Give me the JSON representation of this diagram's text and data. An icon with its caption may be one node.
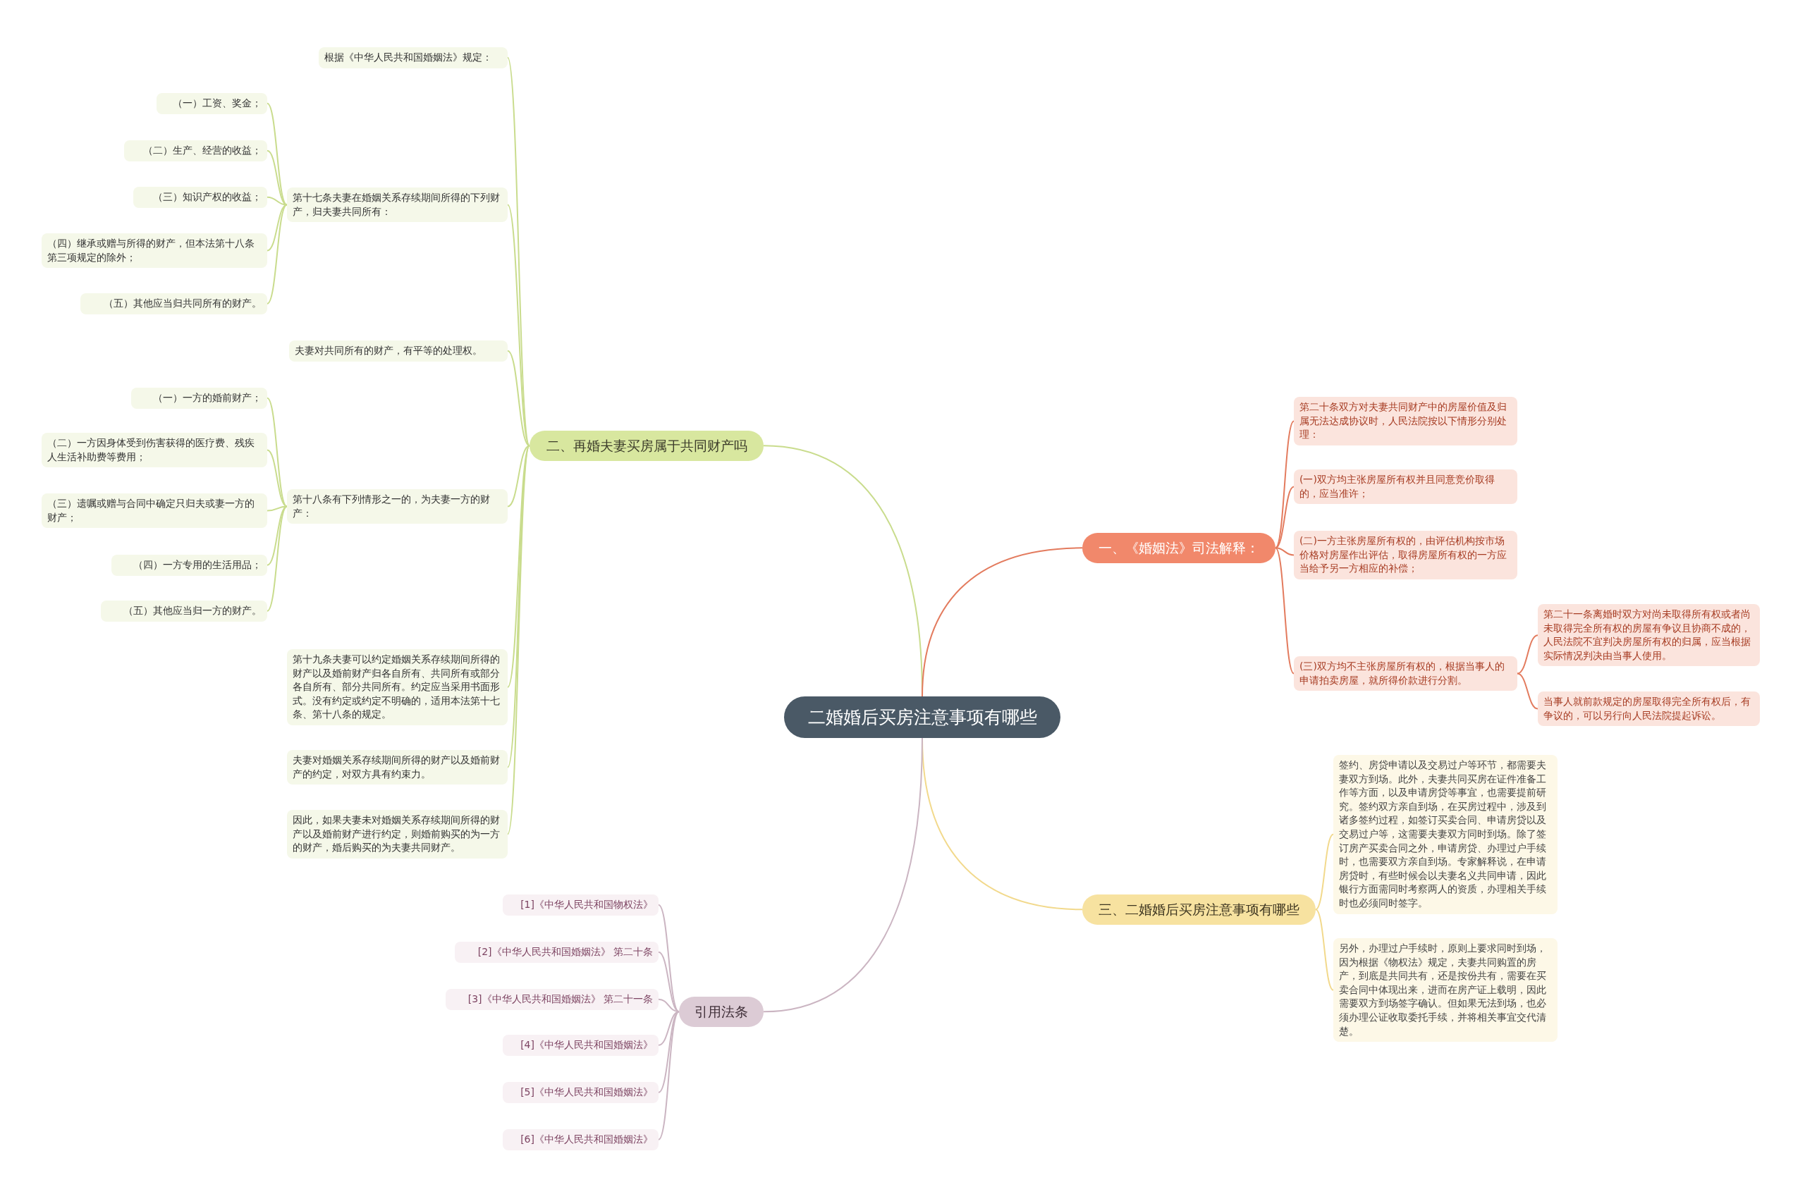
{
  "diagram": {
    "nodes": [
      {
        "text": [
          "二婚婚后买房注意事项有哪些"
        ]
      },
      {
        "text": [
          "二、再婚夫妻买房属于共同财产吗"
        ]
      },
      {
        "text": [
          "根据《中华人民共和国婚姻法》规定："
        ]
      },
      {
        "text": [
          "第十七条夫妻在婚姻关系存续期间所得的下列财产，归夫妻共同所有："
        ]
      },
      {
        "text": [
          "（一）工资、奖金；"
        ]
      },
      {
        "text": [
          "（二）生产、经营的收益；"
        ]
      },
      {
        "text": [
          "（三）知识产权的收益；"
        ]
      },
      {
        "text": [
          "（四）继承或赠与所得的财产，但本法第十八条第三项规定的除外；"
        ]
      },
      {
        "text": [
          "（五）其他应当归共同所有的财产。"
        ]
      },
      {
        "text": [
          "夫妻对共同所有的财产，有平等的处理权。"
        ]
      },
      {
        "text": [
          "第十八条有下列情形之一的，为夫妻一方的财产："
        ]
      },
      {
        "text": [
          "（一）一方的婚前财产；"
        ]
      },
      {
        "text": [
          "（二）一方因身体受到伤害获得的医疗费、残疾人生活补助费等费用；"
        ]
      },
      {
        "text": [
          "（三）遗嘱或赠与合同中确定只归夫或妻一方的财产；"
        ]
      },
      {
        "text": [
          "（四）一方专用的生活用品；"
        ]
      },
      {
        "text": [
          "（五）其他应当归一方的财产。"
        ]
      },
      {
        "text": [
          "第十九条夫妻可以约定婚姻关系存续期间所得的财产以及婚前财产归各自所有、共同所有或部分各自所有、部分共同所有。约定应当采用书面形式。没有约定或约定不明确的，适用本法第十七条、第十八条的规定。"
        ]
      },
      {
        "text": [
          "夫妻对婚姻关系存续期间所得的财产以及婚前财产的约定，对双方具有约束力。"
        ]
      },
      {
        "text": [
          "因此，如果夫妻未对婚姻关系存续期间所得的财产以及婚前财产进行约定，则婚前购买的为一方的财产，婚后购买的为夫妻共同财产。"
        ]
      },
      {
        "text": [
          "一、《婚姻法》司法解释："
        ]
      },
      {
        "text": [
          "第二十条双方对夫妻共同财产中的房屋价值及归属无法达成协议时，人民法院按以下情形分别处理："
        ]
      },
      {
        "text": [
          "(一)双方均主张房屋所有权并且同意竞价取得的，应当准许；"
        ]
      },
      {
        "text": [
          "(二)一方主张房屋所有权的，由评估机构按市场价格对房屋作出评估，取得房屋所有权的一方应当给予另一方相应的补偿；"
        ]
      },
      {
        "text": [
          "(三)双方均不主张房屋所有权的，根据当事人的申请拍卖房屋，就所得价款进行分割。"
        ]
      },
      {
        "text": [
          "第二十一条离婚时双方对尚未取得所有权或者尚未取得完全所有权的房屋有争议且协商不成的，人民法院不宜判决房屋所有权的归属，应当根据实际情况判决由当事人使用。"
        ]
      },
      {
        "text": [
          "当事人就前款规定的房屋取得完全所有权后，有争议的，可以另行向人民法院提起诉讼。"
        ]
      },
      {
        "text": [
          "三、二婚婚后买房注意事项有哪些"
        ]
      },
      {
        "text": [
          "签约、房贷申请以及交易过户等环节，都需要夫妻双方到场。此外，夫妻共同买房在证件准备工作等方面，以及申请房贷等事宜，也需要提前研究。签约双方亲自到场，在买房过程中，涉及到诸多签约过程，如签订买卖合同、申请房贷以及交易过户等，这需要夫妻双方同时到场。除了签订房产买卖合同之外，申请房贷、办理过户手续时，也需要双方亲自到场。专家解释说，在申请房贷时，有些时候会以夫妻名义共同申请，因此银行方面需同时考察两人的资质，办理相关手续时也必须同时签字。"
        ]
      },
      {
        "text": [
          "另外，办理过户手续时，原则上要求同时到场，因为根据《物权法》规定，夫妻共同购置的房产，到底是共同共有，还是按份共有，需要在买卖合同中体现出来，进而在房产证上载明，因此需要双方到场签字确认。但如果无法到场，也必须办理公证收取委托手续，并将相关事宜交代清楚。"
        ]
      },
      {
        "text": [
          "引用法条"
        ]
      },
      {
        "text": [
          "[1]《中华人民共和国物权法》"
        ]
      },
      {
        "text": [
          "[2]《中华人民共和国婚姻法》 第二十条"
        ]
      },
      {
        "text": [
          "[3]《中华人民共和国婚姻法》 第二十一条"
        ]
      },
      {
        "text": [
          "[4]《中华人民共和国婚姻法》"
        ]
      },
      {
        "text": [
          "[5]《中华人民共和国婚姻法》"
        ]
      },
      {
        "text": [
          "[6]《中华人民共和国婚姻法》"
        ]
      }
    ],
    "edges": [
      {
        "from": 0,
        "to": 1,
        "arrow": "none"
      },
      {
        "from": 1,
        "to": 2,
        "arrow": "none"
      },
      {
        "from": 1,
        "to": 3,
        "arrow": "none"
      },
      {
        "from": 3,
        "to": 4,
        "arrow": "none"
      },
      {
        "from": 3,
        "to": 5,
        "arrow": "none"
      },
      {
        "from": 3,
        "to": 6,
        "arrow": "none"
      },
      {
        "from": 3,
        "to": 7,
        "arrow": "none"
      },
      {
        "from": 3,
        "to": 8,
        "arrow": "none"
      },
      {
        "from": 1,
        "to": 9,
        "arrow": "none"
      },
      {
        "from": 1,
        "to": 10,
        "arrow": "none"
      },
      {
        "from": 10,
        "to": 11,
        "arrow": "none"
      },
      {
        "from": 10,
        "to": 12,
        "arrow": "none"
      },
      {
        "from": 10,
        "to": 13,
        "arrow": "none"
      },
      {
        "from": 10,
        "to": 14,
        "arrow": "none"
      },
      {
        "from": 10,
        "to": 15,
        "arrow": "none"
      },
      {
        "from": 1,
        "to": 16,
        "arrow": "none"
      },
      {
        "from": 1,
        "to": 17,
        "arrow": "none"
      },
      {
        "from": 1,
        "to": 18,
        "arrow": "none"
      },
      {
        "from": 0,
        "to": 19,
        "arrow": "none",
        "color": "#e37b5e"
      },
      {
        "from": 19,
        "to": 20,
        "arrow": "none",
        "color": "#e37b5e"
      },
      {
        "from": 19,
        "to": 21,
        "arrow": "none",
        "color": "#e37b5e"
      },
      {
        "from": 19,
        "to": 22,
        "arrow": "none",
        "color": "#e37b5e"
      },
      {
        "from": 19,
        "to": 23,
        "arrow": "none",
        "color": "#e37b5e"
      },
      {
        "from": 23,
        "to": 24,
        "arrow": "none",
        "color": "#e37b5e"
      },
      {
        "from": 23,
        "to": 25,
        "arrow": "none",
        "color": "#e37b5e"
      },
      {
        "from": 0,
        "to": 26,
        "arrow": "none",
        "color": "#f2d98c"
      },
      {
        "from": 26,
        "to": 27,
        "arrow": "none",
        "color": "#f2d98c"
      },
      {
        "from": 26,
        "to": 28,
        "arrow": "none",
        "color": "#f2d98c"
      },
      {
        "from": 0,
        "to": 29,
        "arrow": "none",
        "color": "#cbb5c2"
      },
      {
        "from": 29,
        "to": 30,
        "arrow": "none",
        "color": "#cbb5c2"
      },
      {
        "from": 29,
        "to": 31,
        "arrow": "none",
        "color": "#cbb5c2"
      },
      {
        "from": 29,
        "to": 32,
        "arrow": "none",
        "color": "#cbb5c2"
      },
      {
        "from": 29,
        "to": 33,
        "arrow": "none",
        "color": "#cbb5c2"
      },
      {
        "from": 29,
        "to": 34,
        "arrow": "none",
        "color": "#cbb5c2"
      },
      {
        "from": 29,
        "to": 35,
        "arrow": "none",
        "color": "#cbb5c2"
      }
    ]
  }
}
